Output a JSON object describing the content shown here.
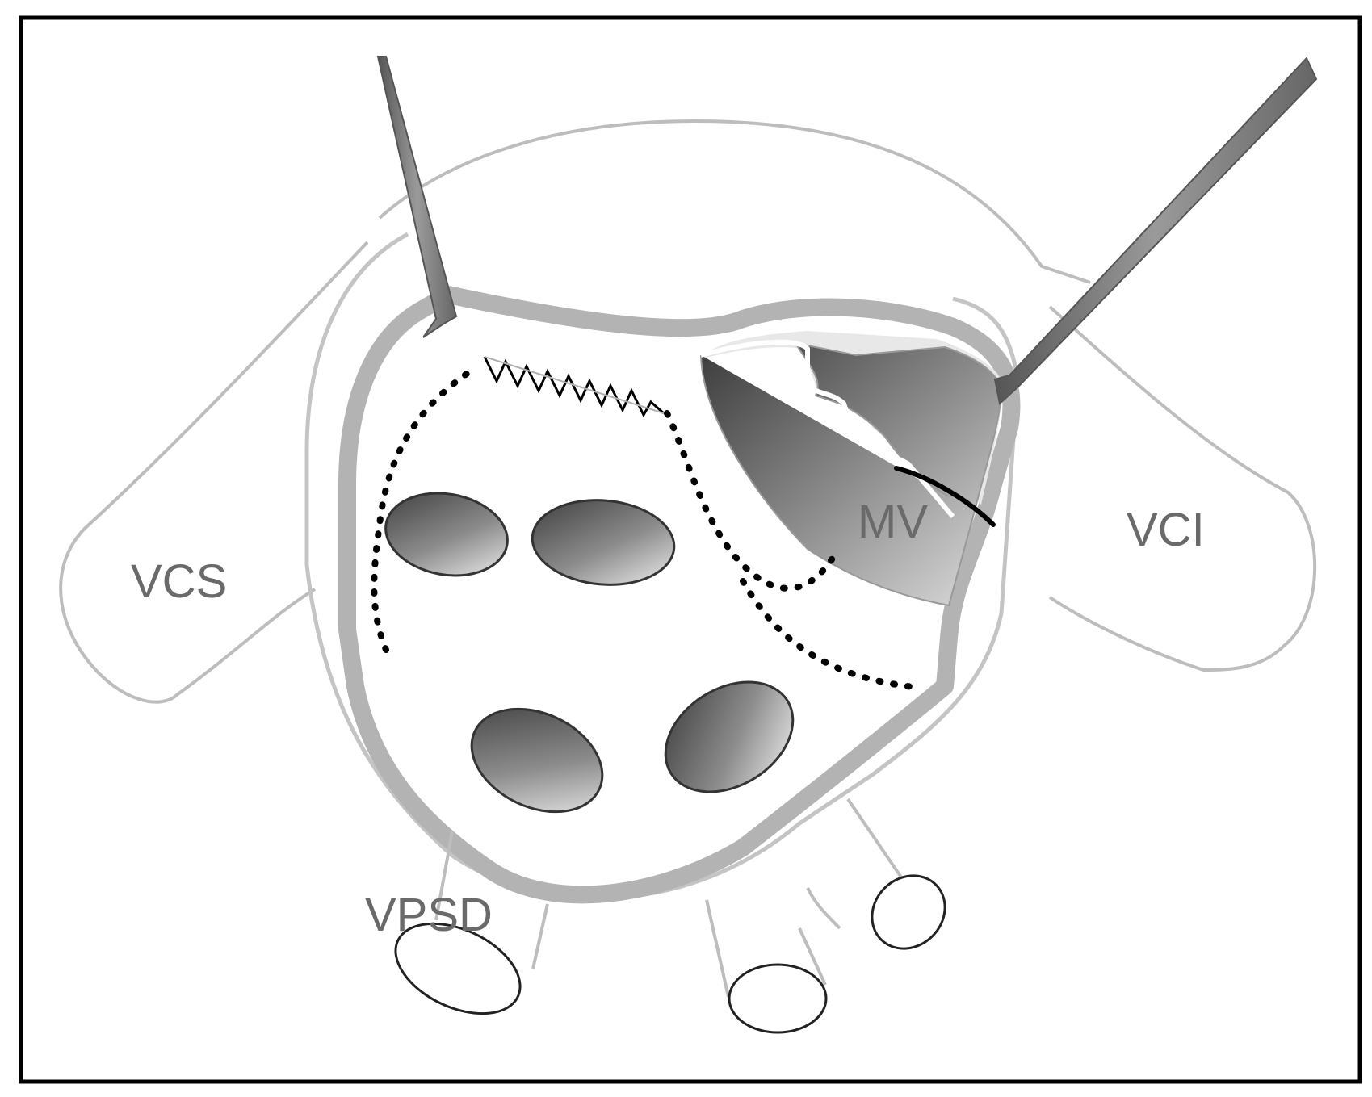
{
  "labels": {
    "vcs": "VCS",
    "vci": "VCI",
    "mv": "MV",
    "vpsd": "VPSD"
  },
  "colors": {
    "frame": "#000000",
    "outline": "#b4b4b4",
    "wall": "#b0b0b0",
    "vein_dark": "#3c3c3c",
    "vein_light": "#f2f2f2",
    "retractor": "#8a8a8a",
    "dotted_line": "#000000",
    "label": "#6a6a6a"
  }
}
